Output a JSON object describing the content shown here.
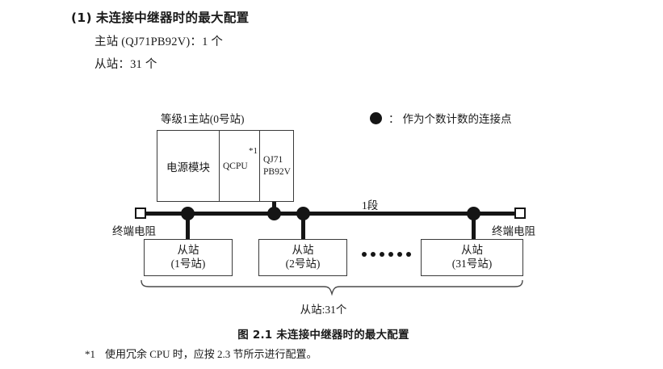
{
  "heading": {
    "number": "(1)",
    "text": "未连接中继器时的最大配置"
  },
  "specs": [
    {
      "label": "主站 (QJ71PB92V)：1 个"
    },
    {
      "label": "从站：31 个"
    }
  ],
  "legend": {
    "symbol_name": "filled-circle",
    "colon": "：",
    "text": "作为个数计数的连接点"
  },
  "diagram": {
    "master_label": "等级1主站(0号站)",
    "rack": {
      "power_module": "电源模块",
      "cpu": "QCPU",
      "cpu_note": "*1",
      "network_module_line1": "QJ71",
      "network_module_line2": "PB92V"
    },
    "segment_label": "1段",
    "terminator_left": "终端电阻",
    "terminator_right": "终端电阻",
    "slaves": [
      {
        "title": "从站",
        "station": "(1号站)"
      },
      {
        "title": "从站",
        "station": "(2号站)"
      },
      {
        "title": "从站",
        "station": "(31号站)"
      }
    ],
    "ellipsis_count": 6,
    "brace_label": "从站:31个"
  },
  "figure_caption": "图 2.1  未连接中继器时的最大配置",
  "footnote": {
    "mark": "*1",
    "text": "使用冗余 CPU 时，应按 2.3 节所示进行配置。"
  },
  "colors": {
    "ink": "#1a1a1a",
    "line": "#151515",
    "box_border": "#3a3a3a",
    "page_background": "#ffffff"
  }
}
